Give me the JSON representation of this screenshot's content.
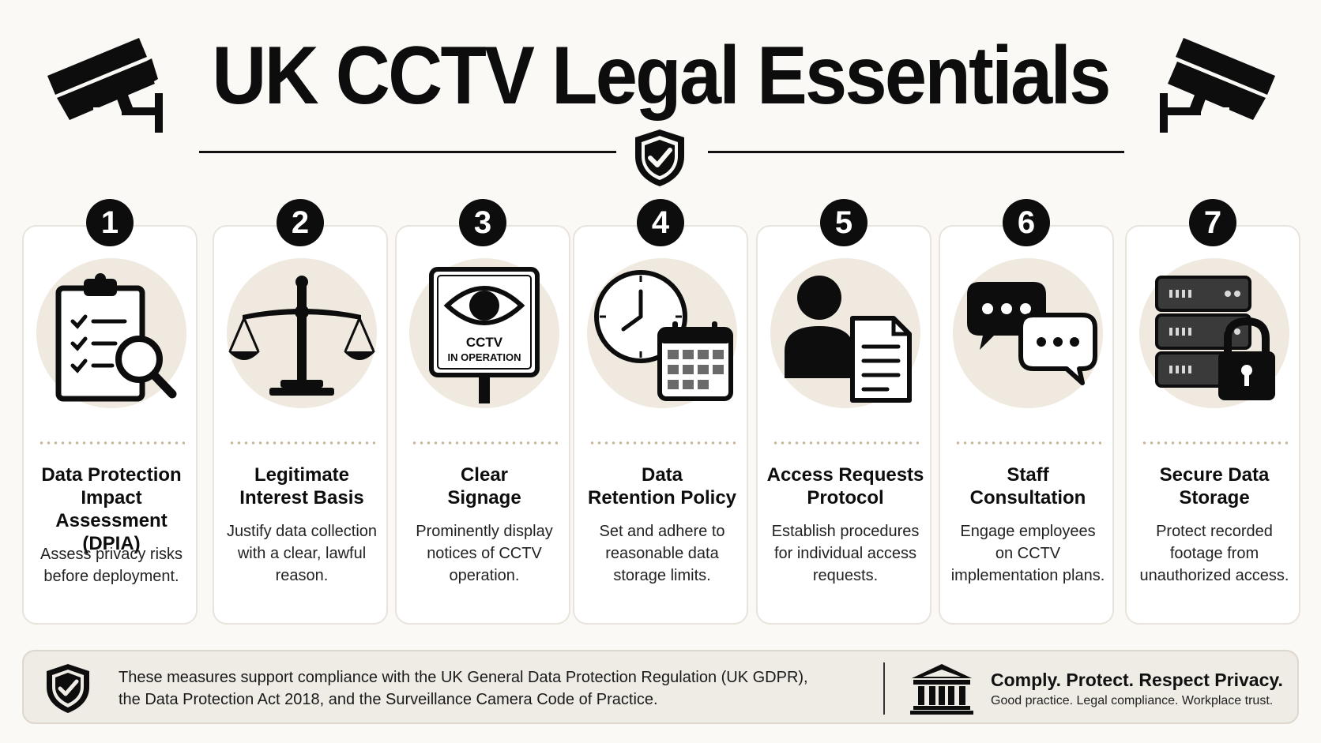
{
  "title": "UK CCTV Legal Essentials",
  "cards": [
    {
      "number": "1",
      "title_line1": "Data Protection",
      "title_line2": "Impact Assessment",
      "title_line3": "(DPIA)",
      "desc_line1": "Assess privacy risks",
      "desc_line2": "before deployment.",
      "desc_line3": "",
      "icon": "checklist-magnifier-icon"
    },
    {
      "number": "2",
      "title_line1": "Legitimate",
      "title_line2": "Interest Basis",
      "title_line3": "",
      "desc_line1": "Justify data collection",
      "desc_line2": "with a clear, lawful",
      "desc_line3": "reason.",
      "icon": "scales-of-justice-icon"
    },
    {
      "number": "3",
      "title_line1": "Clear",
      "title_line2": "Signage",
      "title_line3": "",
      "desc_line1": "Prominently display",
      "desc_line2": "notices of CCTV",
      "desc_line3": "operation.",
      "icon": "cctv-sign-icon"
    },
    {
      "number": "4",
      "title_line1": "Data",
      "title_line2": "Retention Policy",
      "title_line3": "",
      "desc_line1": "Set and adhere to",
      "desc_line2": "reasonable data",
      "desc_line3": "storage limits.",
      "icon": "clock-calendar-icon"
    },
    {
      "number": "5",
      "title_line1": "Access Requests",
      "title_line2": "Protocol",
      "title_line3": "",
      "desc_line1": "Establish procedures",
      "desc_line2": "for individual access",
      "desc_line3": "requests.",
      "icon": "person-document-icon"
    },
    {
      "number": "6",
      "title_line1": "Staff",
      "title_line2": "Consultation",
      "title_line3": "",
      "desc_line1": "Engage employees",
      "desc_line2": "on CCTV",
      "desc_line3": "implementation plans.",
      "icon": "speech-bubbles-icon"
    },
    {
      "number": "7",
      "title_line1": "Secure Data",
      "title_line2": "Storage",
      "title_line3": "",
      "desc_line1": "Protect recorded",
      "desc_line2": "footage from",
      "desc_line3": "unauthorized access.",
      "icon": "server-lock-icon"
    }
  ],
  "sign": {
    "line1": "CCTV",
    "line2": "IN OPERATION"
  },
  "footer": {
    "line1": "These measures support compliance with the UK General Data Protection Regulation (UK GDPR),",
    "line2": "the Data Protection Act 2018, and the Surveillance Camera Code of Practice.",
    "slogan": "Comply. Protect. Respect Privacy.",
    "subslogan": "Good practice. Legal compliance. Workplace trust."
  },
  "colors": {
    "background": "#faf9f6",
    "ink": "#0d0d0d",
    "halo": "#efe9e0",
    "dots": "#c8b79c"
  }
}
